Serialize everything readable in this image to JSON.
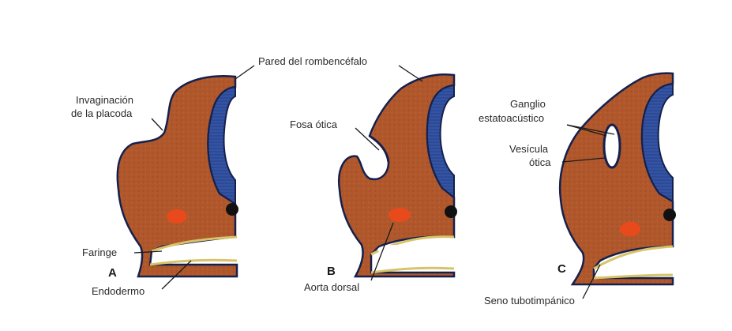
{
  "labels": {
    "pared": "Pared del rombencéfalo",
    "invaginacion_1": "Invaginación",
    "invaginacion_2": "de la placoda",
    "fosa": "Fosa ótica",
    "ganglio_1": "Ganglio",
    "ganglio_2": "estatoacústico",
    "vesicula_1": "Vesícula",
    "vesicula_2": "ótica",
    "faringe": "Faringe",
    "endodermo": "Endodermo",
    "aorta": "Aorta dorsal",
    "seno": "Seno tubotimpánico"
  },
  "panels": [
    "A",
    "B",
    "C"
  ],
  "colors": {
    "tissue": "#b0582c",
    "tissue_dark": "#8e4420",
    "neural_tube": "#2c4a96",
    "outline": "#15204d",
    "aorta": "#e84a1c",
    "endoderm": "#d7c46a",
    "notochord": "#111111"
  }
}
